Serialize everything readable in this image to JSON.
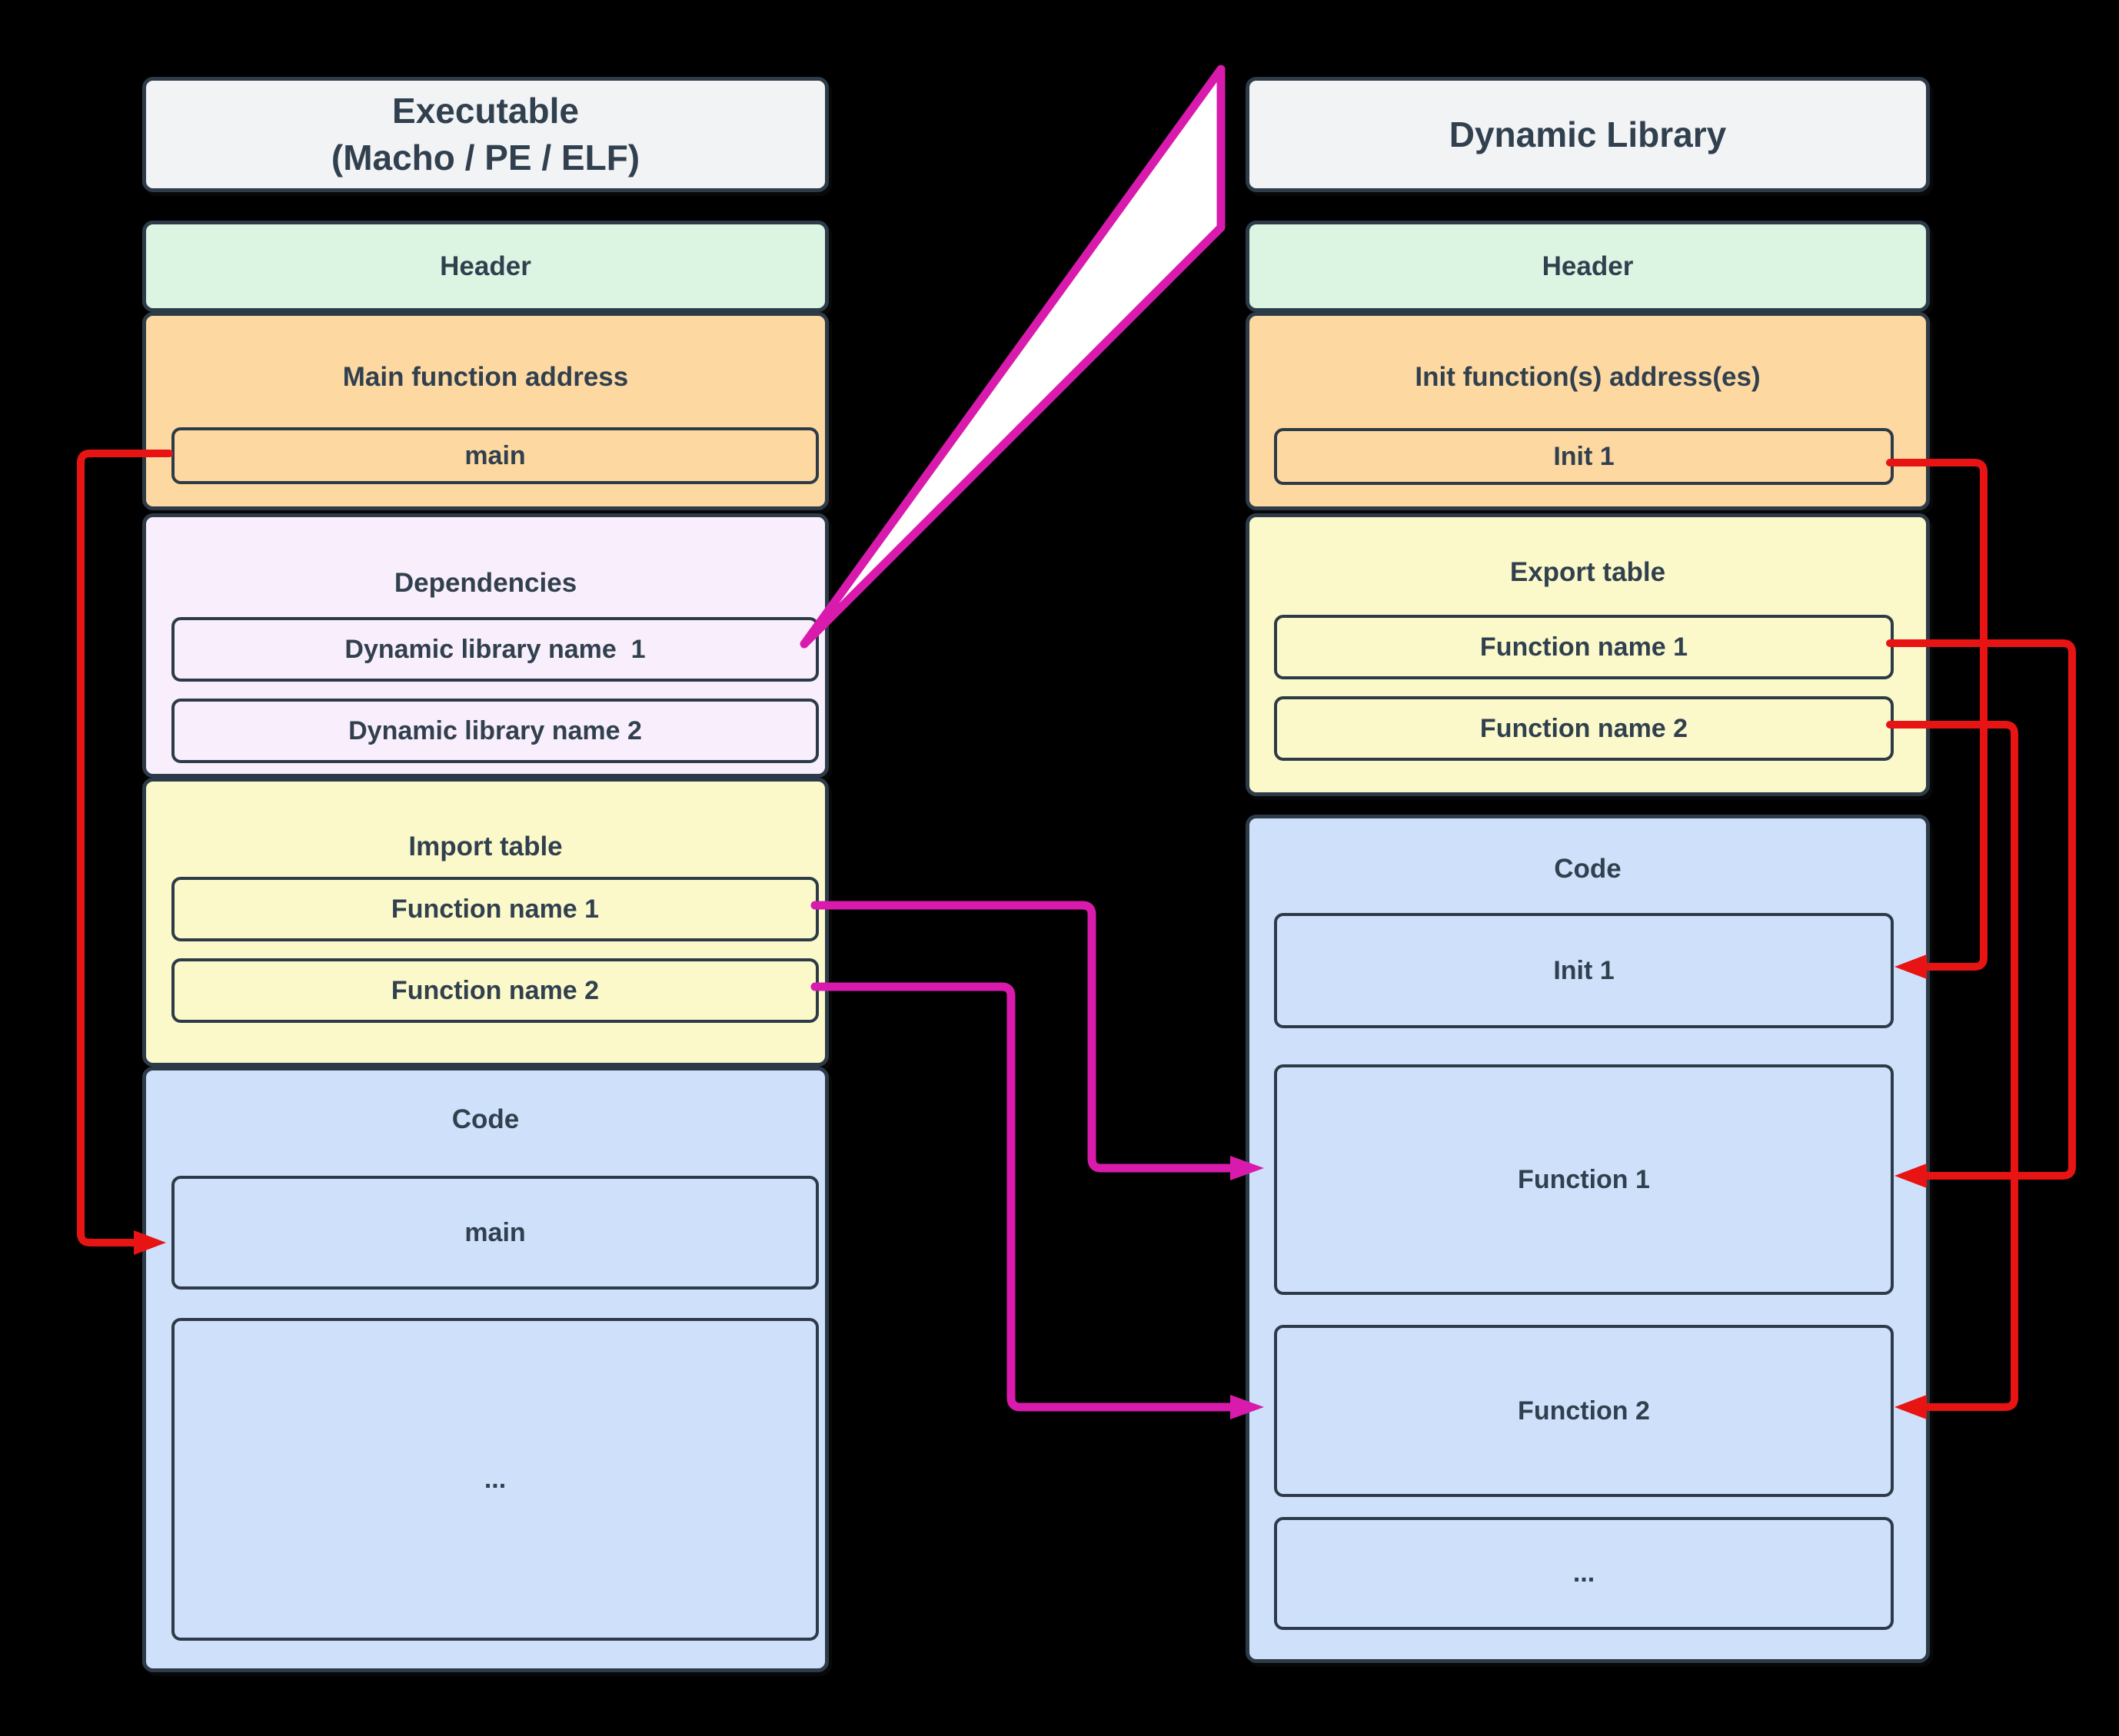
{
  "colors": {
    "background": "#000000",
    "border": "#2d3b49",
    "text": "#31404f",
    "title_fill": "#f2f3f5",
    "header_fill": "#dcf5e3",
    "address_fill": "#fdd8a0",
    "dependencies_fill": "#f9eefb",
    "table_fill": "#fbf9c9",
    "code_fill": "#cfe1fa",
    "red_arrow": "#e81313",
    "magenta_arrow": "#d81bad",
    "callout_fill": "#ffffff"
  },
  "executable": {
    "title_lines": [
      "Executable",
      "(Macho / PE / ELF)"
    ],
    "header_label": "Header",
    "main_address": {
      "label": "Main function address",
      "items": [
        "main"
      ]
    },
    "dependencies": {
      "label": "Dependencies",
      "items": [
        "Dynamic library name  1",
        "Dynamic library name 2"
      ]
    },
    "import_table": {
      "label": "Import table",
      "items": [
        "Function name 1",
        "Function name 2"
      ]
    },
    "code": {
      "label": "Code",
      "items": [
        "main",
        "..."
      ]
    }
  },
  "dynamic_library": {
    "title_lines": [
      "Dynamic Library"
    ],
    "header_label": "Header",
    "init_addresses": {
      "label": "Init function(s) address(es)",
      "items": [
        "Init 1"
      ]
    },
    "export_table": {
      "label": "Export table",
      "items": [
        "Function name 1",
        "Function name 2"
      ]
    },
    "code": {
      "label": "Code",
      "items": [
        "Init 1",
        "Function 1",
        "Function 2",
        "..."
      ]
    }
  }
}
